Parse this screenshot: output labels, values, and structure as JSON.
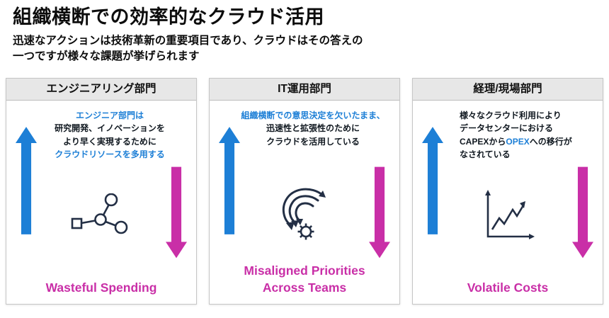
{
  "colors": {
    "blue": "#1d7fd6",
    "magenta": "#c92fa7",
    "icon": "#232f45"
  },
  "header": {
    "title": "組織横断での効率的なクラウド活用",
    "subtitle_line1": "迅速なアクションは技術革新の重要項目であり、クラウドはその答えの",
    "subtitle_line2": "一つですが様々な課題が挙げられます"
  },
  "cards": [
    {
      "title": "エンジニアリング部門",
      "icon": "branch-network-icon",
      "body": [
        {
          "text": "エンジニア部門は",
          "color": "blue"
        },
        {
          "text": "研究開発、イノベーションを",
          "color": "dark"
        },
        {
          "text": "より早く実現するために",
          "color": "dark"
        },
        {
          "text": "クラウドリソースを多用する",
          "color": "blue"
        }
      ],
      "footer": "Wasteful Spending"
    },
    {
      "title": "IT運用部門",
      "icon": "agile-sprint-icon",
      "body": [
        {
          "text": "組織横断での意思決定を欠いたまま、",
          "color": "blue"
        },
        {
          "text": "迅速性と拡張性のために",
          "color": "dark"
        },
        {
          "text": "クラウドを活用している",
          "color": "dark"
        }
      ],
      "footer": "Misaligned Priorities Across Teams"
    },
    {
      "title": "経理/現場部門",
      "icon": "volatile-chart-icon",
      "body": [
        {
          "text": "様々なクラウド利用により",
          "color": "dark"
        },
        {
          "text": "データセンターにおける",
          "color": "dark"
        },
        {
          "text": "CAPEXから",
          "color": "dark"
        },
        {
          "text": "OPEX",
          "color": "blue"
        },
        {
          "text": "への移行が",
          "color": "dark"
        },
        {
          "text": "なされている",
          "color": "dark"
        }
      ],
      "footer": "Volatile Costs"
    }
  ]
}
